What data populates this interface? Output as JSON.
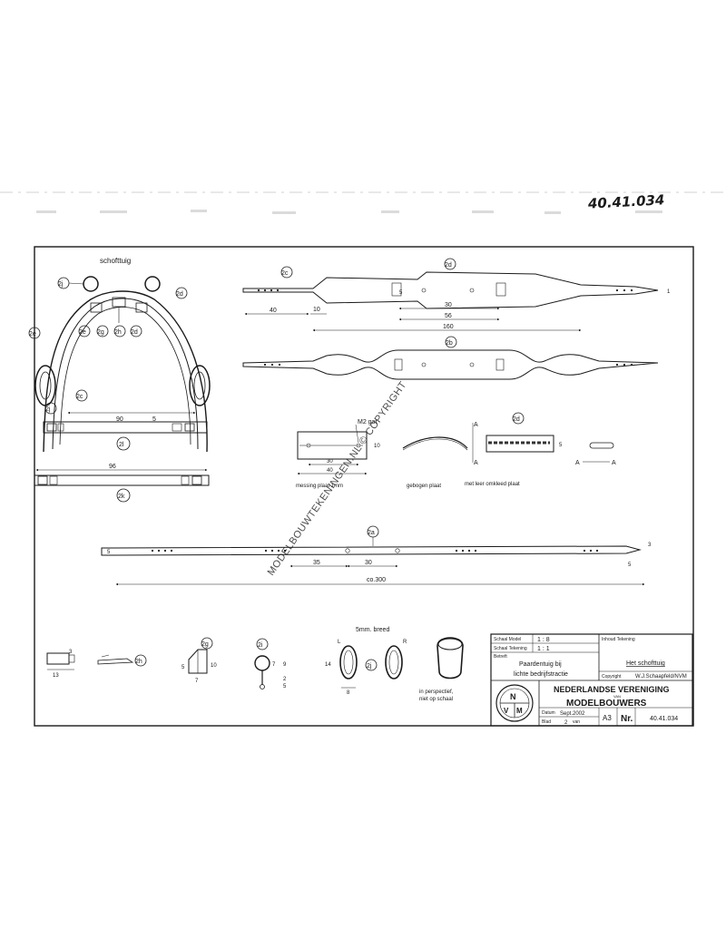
{
  "drawing": {
    "handwritten_number": "40.41.034",
    "assembly_title": "schofttuig",
    "watermark": "MODELBOUWTEKENINGEN.NL © COPYRIGHT"
  },
  "callouts": {
    "c2j_left": "2j",
    "c2j_top": "2j",
    "c2d_right": "2d",
    "c2e_left": "2e",
    "c2e_inner": "2e",
    "c2g": "2g",
    "c2h": "2h",
    "c2d_inner": "2d",
    "c2c": "2c",
    "c2j_side": "2j",
    "c2l": "2l",
    "c2k": "2k",
    "strap1_left": "2c",
    "strap1_right": "2d",
    "strap2": "2b",
    "plate": "2d",
    "long_strap": "2a",
    "small_2h": "2h",
    "small_2g": "2g",
    "small_2i": "2i",
    "small_2j": "2j"
  },
  "dimensions": {
    "d90": "90",
    "d5_bar": "5",
    "d96": "96",
    "s1_40": "40",
    "s1_10": "10",
    "s1_5": "5",
    "s1_30": "30",
    "s1_56": "56",
    "s1_160": "160",
    "s1_1": "1",
    "plate_10": "10",
    "plate_30": "30",
    "plate_40": "40",
    "plate_5": "5",
    "ls_5l": "5",
    "ls_35": "35",
    "ls_30": "30",
    "ls_300": "co.300",
    "ls_5r": "5",
    "ls_3": "3",
    "small_3": "3",
    "small_13": "13",
    "small_5": "5",
    "small_7": "7",
    "small_10": "10",
    "small_7b": "7",
    "small_9": "9",
    "small_2": "2",
    "small_5b": "5",
    "small_14": "14",
    "small_8": "8",
    "small_L": "L",
    "small_R": "R",
    "small_A1": "A",
    "small_A2": "A",
    "small_A3": "A",
    "small_A4": "A"
  },
  "notes": {
    "m2": "M2 gat",
    "messing": "messing plaat 1mm",
    "gebogen": "gebogen plaat",
    "leer": "met leer omkleed plaat",
    "breed": "5mm. breed",
    "persp1": "in perspectief,",
    "persp2": "niet op schaal"
  },
  "title_block": {
    "schaal_model_label": "Schaal Model",
    "schaal_model_value": "1 : 8",
    "schaal_tekening_label": "Schaal Tekening",
    "schaal_tekening_value": "1 : 1",
    "betreft_label": "Betreft",
    "betreft_line1": "Paardentuig bij",
    "betreft_line2": "lichte bedrijfstractie",
    "inhoud_label": "Inhoud Tekening",
    "inhoud_value": "Het schofttuig",
    "copyright_label": "Copyright",
    "copyright_value": "W.J.Schaapfeld/NVM",
    "org_line1": "NEDERLANDSE VERENIGING",
    "org_line2": "VAN",
    "org_line3": "MODELBOUWERS",
    "logo_n": "N",
    "logo_v": "V",
    "logo_m": "M",
    "datum_label": "Datum",
    "datum_value": "Sept.2002",
    "blad_label": "Blad",
    "blad_value": "2",
    "van_label": "van",
    "format": "A3",
    "nr_label": "Nr.",
    "nr_value": "40.41.034"
  }
}
